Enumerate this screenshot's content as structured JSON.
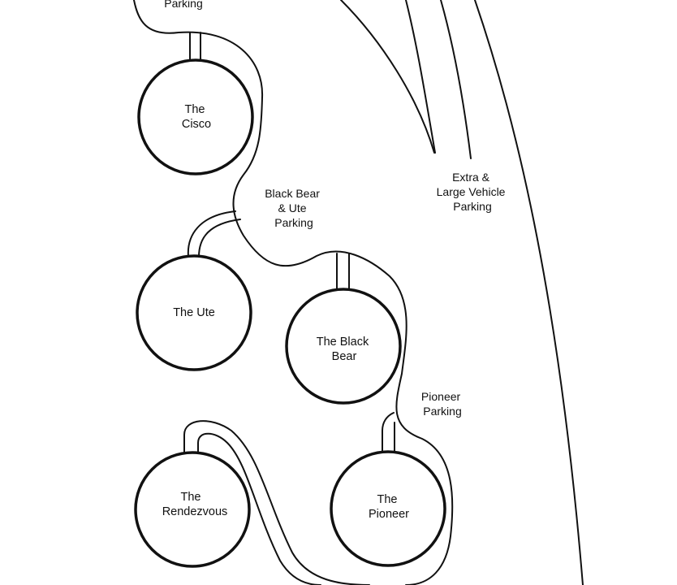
{
  "map": {
    "sites": [
      {
        "id": "cisco",
        "lines": [
          "The",
          "Cisco"
        ]
      },
      {
        "id": "ute",
        "lines": [
          "The Ute"
        ]
      },
      {
        "id": "black-bear",
        "lines": [
          "The Black",
          "Bear"
        ]
      },
      {
        "id": "rendezvous",
        "lines": [
          "The",
          "Rendezvous"
        ]
      },
      {
        "id": "pioneer",
        "lines": [
          "The",
          "Pioneer"
        ]
      }
    ],
    "parking_areas": [
      {
        "id": "top",
        "lines": [
          "Parking"
        ]
      },
      {
        "id": "black-bear-ute",
        "lines": [
          "Black Bear",
          "& Ute",
          "Parking"
        ]
      },
      {
        "id": "extra-large",
        "lines": [
          "Extra &",
          "Large Vehicle",
          "Parking"
        ]
      },
      {
        "id": "pioneer",
        "lines": [
          "Pioneer",
          "Parking"
        ]
      }
    ],
    "colors": {
      "line": "#111111",
      "background": "#ffffff"
    }
  }
}
